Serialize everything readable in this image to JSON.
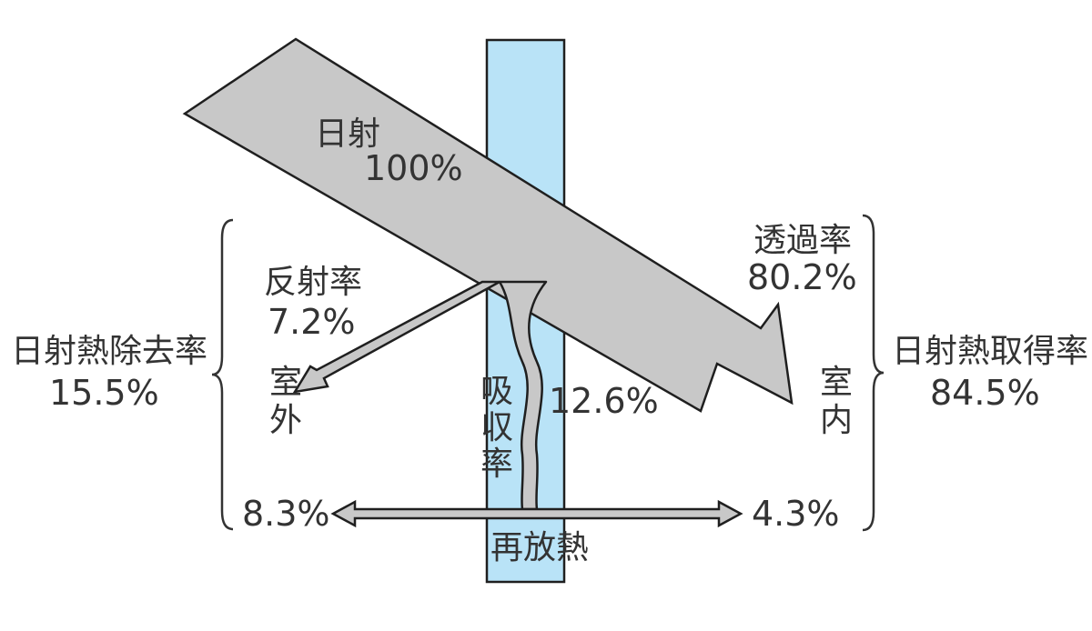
{
  "colors": {
    "glass": "#B9E3F7",
    "arrow_fill": "#C8C8C8",
    "stroke": "#1F1F1F",
    "text": "#333333"
  },
  "solar": {
    "label": "日射",
    "value": "100%"
  },
  "reflectance": {
    "label": "反射率",
    "value": "7.2%"
  },
  "transmittance": {
    "label": "透過率",
    "value": "80.2%"
  },
  "absorptance": {
    "label": "吸収率",
    "value": "12.6%"
  },
  "outdoor": {
    "label": "室外"
  },
  "indoor": {
    "label": "室内"
  },
  "solar_heat_rejection": {
    "label": "日射熱除去率",
    "value": "15.5%"
  },
  "solar_heat_gain": {
    "label": "日射熱取得率",
    "value": "84.5%"
  },
  "reradiation": {
    "label": "再放熱",
    "outdoor_value": "8.3%",
    "indoor_value": "4.3%"
  }
}
